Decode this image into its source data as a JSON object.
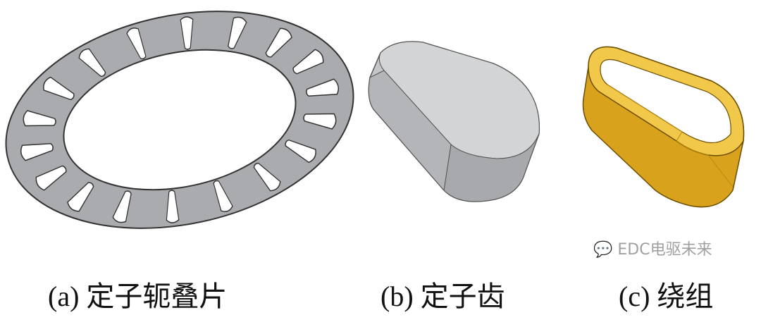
{
  "captions": {
    "a": "(a) 定子轭叠片",
    "b": "(b) 定子齿",
    "c": "(c) 绕组"
  },
  "watermark": "EDC电驱未来",
  "colors": {
    "lamination": "#a9abae",
    "tooth": "#c4c5c8",
    "winding": "#e8b52a"
  },
  "lamination_slot_count": 18
}
